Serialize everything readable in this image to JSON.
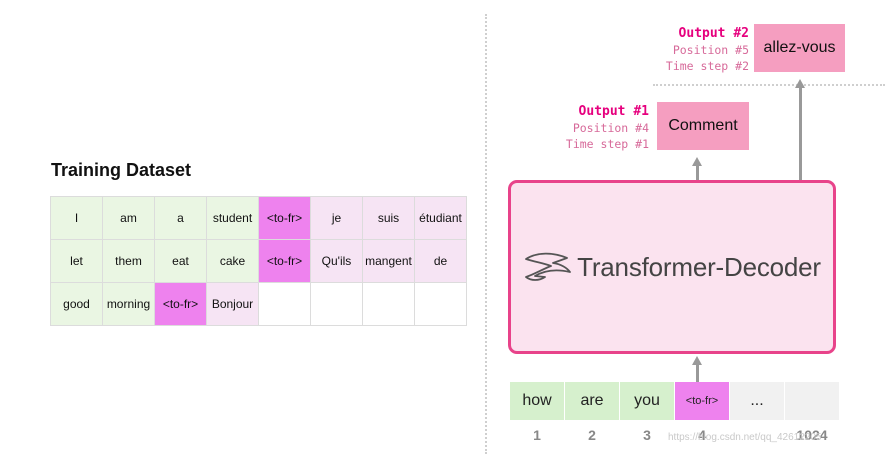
{
  "dataset": {
    "title": "Training Dataset",
    "rows": [
      [
        {
          "t": "I",
          "k": "en"
        },
        {
          "t": "am",
          "k": "en"
        },
        {
          "t": "a",
          "k": "en"
        },
        {
          "t": "student",
          "k": "en"
        },
        {
          "t": "<to-fr>",
          "k": "tok"
        },
        {
          "t": "je",
          "k": "fr"
        },
        {
          "t": "suis",
          "k": "fr"
        },
        {
          "t": "étudiant",
          "k": "fr"
        }
      ],
      [
        {
          "t": "let",
          "k": "en"
        },
        {
          "t": "them",
          "k": "en"
        },
        {
          "t": "eat",
          "k": "en"
        },
        {
          "t": "cake",
          "k": "en"
        },
        {
          "t": "<to-fr>",
          "k": "tok"
        },
        {
          "t": "Qu'ils",
          "k": "fr"
        },
        {
          "t": "mangent",
          "k": "fr"
        },
        {
          "t": "de",
          "k": "fr"
        }
      ],
      [
        {
          "t": "good",
          "k": "en"
        },
        {
          "t": "morning",
          "k": "en"
        },
        {
          "t": "<to-fr>",
          "k": "tok"
        },
        {
          "t": "Bonjour",
          "k": "fr"
        },
        {
          "t": "",
          "k": "empty"
        },
        {
          "t": "",
          "k": "empty"
        },
        {
          "t": "",
          "k": "empty"
        },
        {
          "t": "",
          "k": "empty"
        }
      ]
    ]
  },
  "output1": {
    "label": "Output #1",
    "position": "Position #4",
    "timestep": "Time step #1",
    "word": "Comment"
  },
  "output2": {
    "label": "Output #2",
    "position": "Position #5",
    "timestep": "Time step #2",
    "word": "allez-vous"
  },
  "decoder": {
    "label": "Transformer-Decoder",
    "logo_icon": "transformer-logo-icon"
  },
  "inputs": [
    {
      "token": "how",
      "pos": "1",
      "kind": "w"
    },
    {
      "token": "are",
      "pos": "2",
      "kind": "w"
    },
    {
      "token": "you",
      "pos": "3",
      "kind": "w"
    },
    {
      "token": "<to-fr>",
      "pos": "4",
      "kind": "t"
    },
    {
      "token": "...",
      "pos": "",
      "kind": "g"
    },
    {
      "token": "",
      "pos": "1024",
      "kind": "g"
    }
  ],
  "watermark": "https://blog.csdn.net/qq_42612205",
  "colors": {
    "accent": "#e6007e",
    "decoder_border": "#e8438a",
    "decoder_fill": "#fbe3ef",
    "output_box": "#f59ec0",
    "token": "#ee82ee",
    "english": "#eaf6e3",
    "french": "#f6e4f4"
  }
}
